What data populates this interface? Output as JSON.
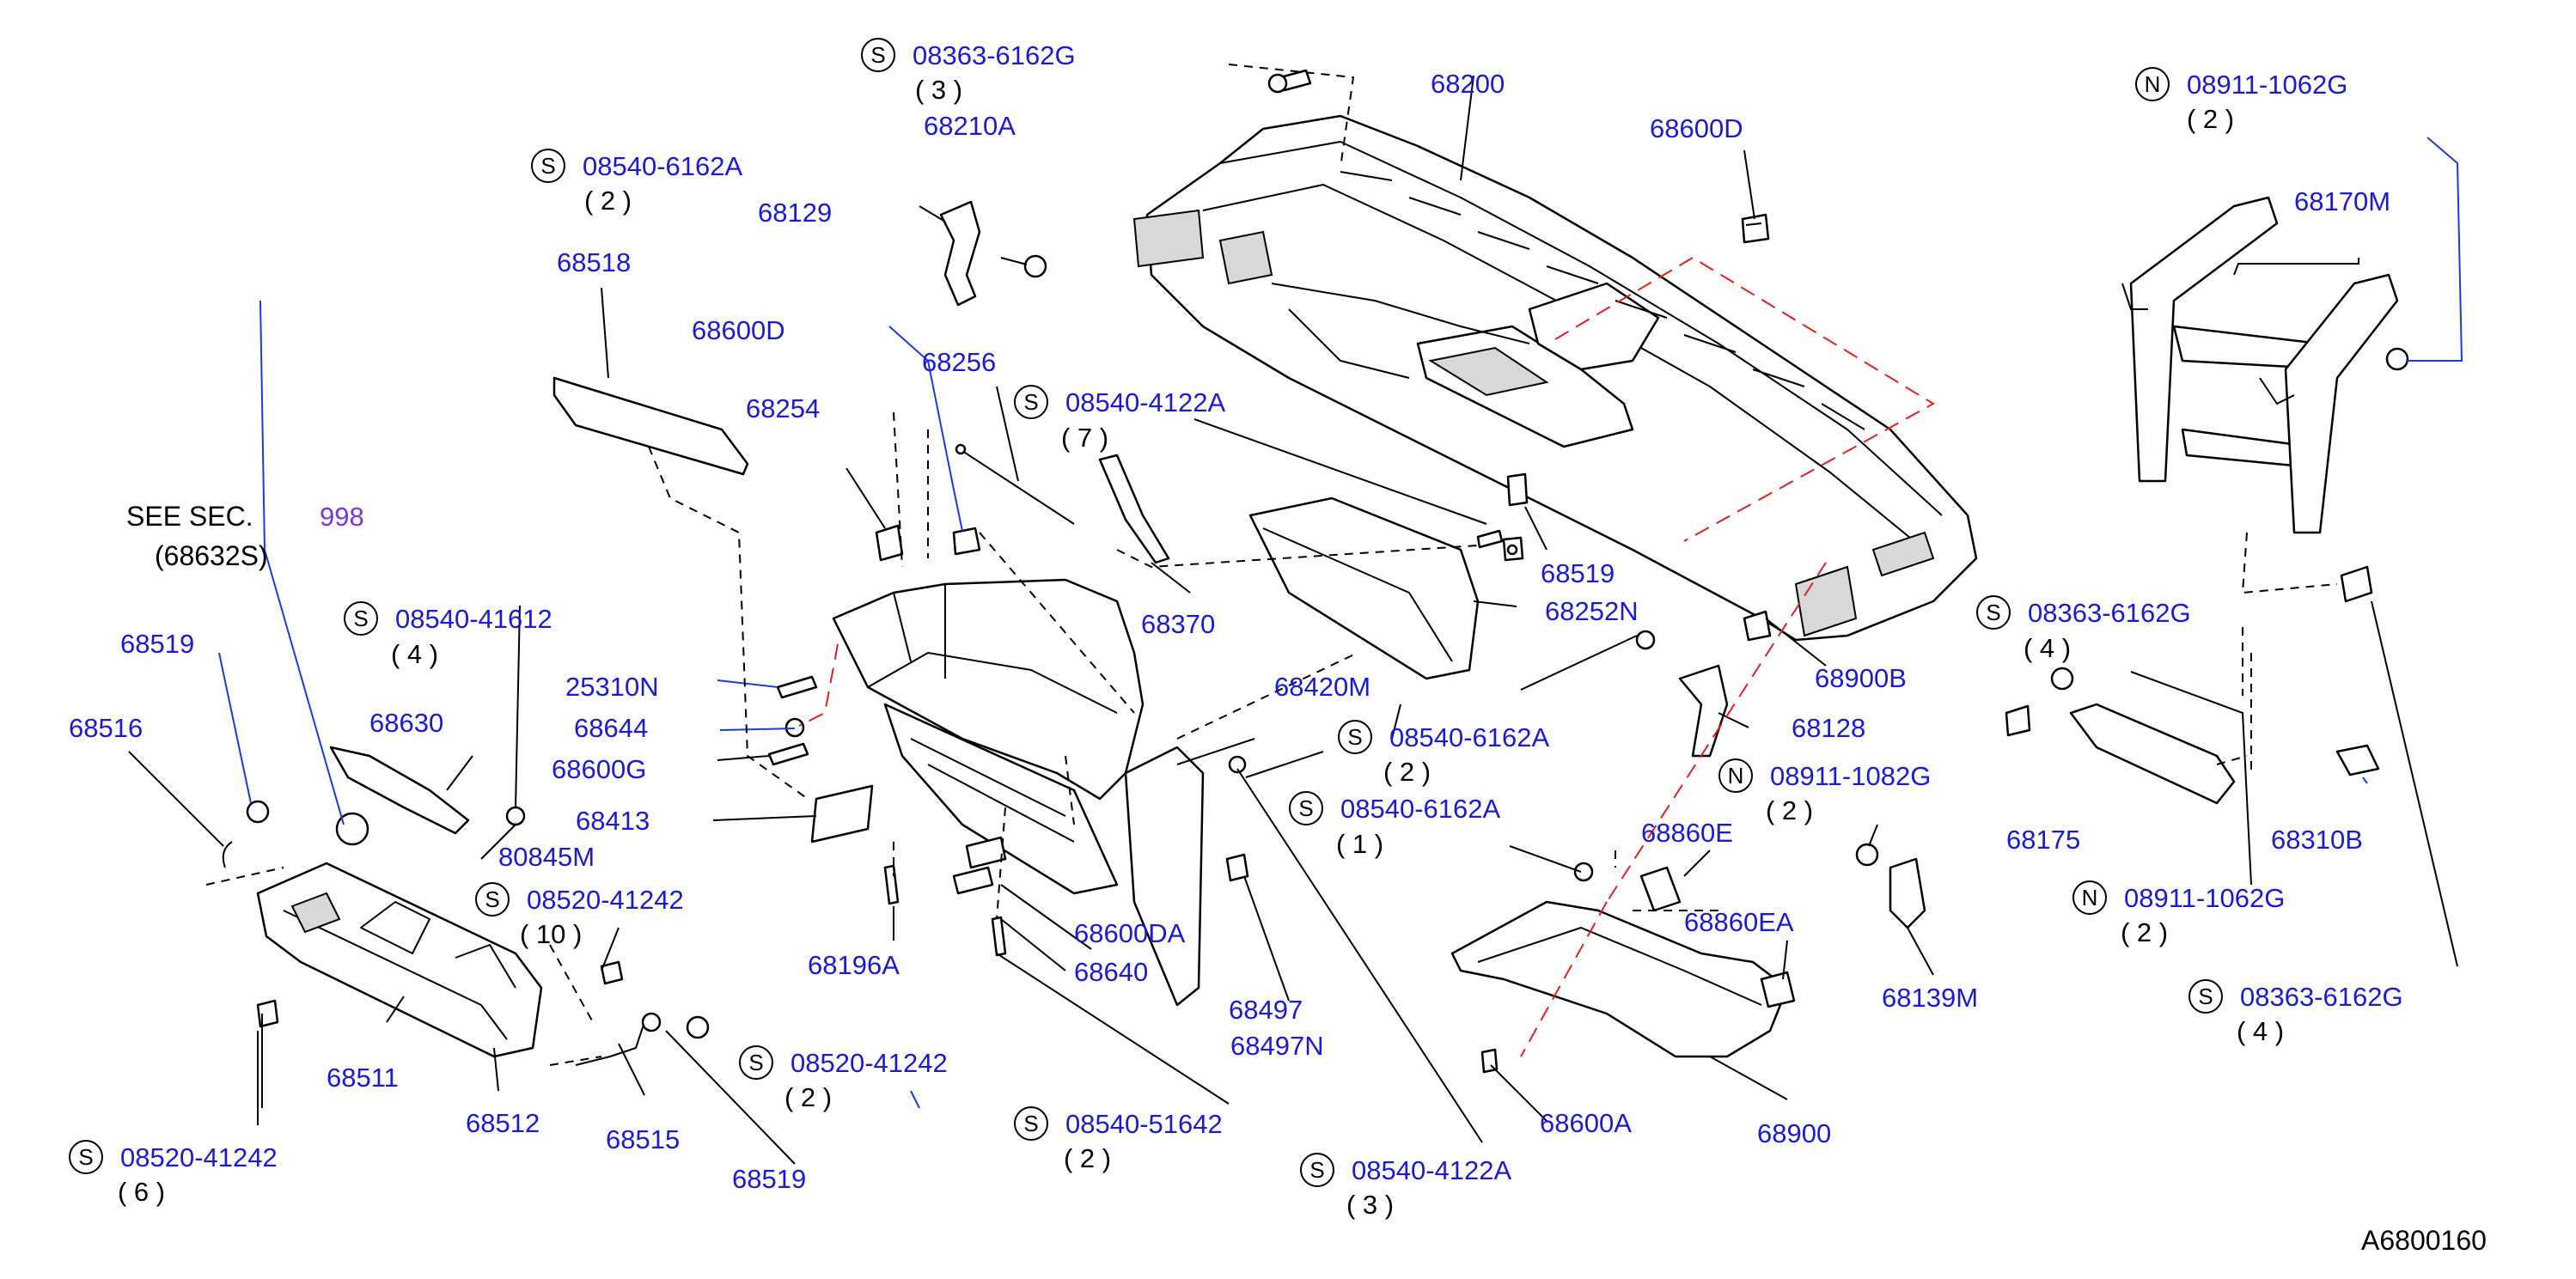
{
  "colors": {
    "part_number": "#1a1ad0",
    "section_link": "#7b35d9",
    "text": "#000000",
    "leader_blue": "#1a3bd6",
    "dashed_red": "#e02020"
  },
  "see_section": {
    "prefix": "SEE  SEC.",
    "number": "998",
    "ref": "(68632S)"
  },
  "diagram_id": "A6800160",
  "symbols": {
    "s": "S",
    "n": "N"
  },
  "labels": {
    "p68200": "68200",
    "p68600D_top": "68600D",
    "p68170M": "68170M",
    "p68210A": "68210A",
    "p68129": "68129",
    "p68518": "68518",
    "p68600D_mid": "68600D",
    "p68256": "68256",
    "p68254": "68254",
    "p68370": "68370",
    "p68519_mid": "68519",
    "p68252N": "68252N",
    "p68519_left": "68519",
    "p68516": "68516",
    "p68630": "68630",
    "p25310N": "25310N",
    "p68644": "68644",
    "p68600G": "68600G",
    "p68413": "68413",
    "p80845M": "80845M",
    "p68420M": "68420M",
    "p68900B": "68900B",
    "p68128": "68128",
    "p68175": "68175",
    "p68310B": "68310B",
    "p68860E": "68860E",
    "p68860EA": "68860EA",
    "p68139M": "68139M",
    "p68196A": "68196A",
    "p68600DA": "68600DA",
    "p68640": "68640",
    "p68497": "68497",
    "p68497N": "68497N",
    "p68511": "68511",
    "p68512": "68512",
    "p68515": "68515",
    "p68519_bot": "68519",
    "p68600A": "68600A",
    "p68900": "68900"
  },
  "callouts": {
    "c1": {
      "part": "08363-6162G",
      "qty": "(  3  )"
    },
    "c2": {
      "part": "08540-6162A",
      "qty": "(  2  )"
    },
    "c3": {
      "part": "08911-1062G",
      "qty": "(  2  )"
    },
    "c4": {
      "part": "08540-4122A",
      "qty": "(  7  )"
    },
    "c5": {
      "part": "08540-41612",
      "qty": "(  4  )"
    },
    "c6": {
      "part": "08363-6162G",
      "qty": "(  4  )"
    },
    "c7": {
      "part": "08540-6162A",
      "qty": "(  2  )"
    },
    "c8": {
      "part": "08911-1082G",
      "qty": "(  2  )"
    },
    "c9": {
      "part": "08540-6162A",
      "qty": "(  1  )"
    },
    "c10": {
      "part": "08520-41242",
      "qty": "(  10  )"
    },
    "c11": {
      "part": "08911-1062G",
      "qty": "(  2  )"
    },
    "c12": {
      "part": "08363-6162G",
      "qty": "(  4  )"
    },
    "c13": {
      "part": "08520-41242",
      "qty": "(  2  )"
    },
    "c14": {
      "part": "08540-51642",
      "qty": "(  2  )"
    },
    "c15": {
      "part": "08520-41242",
      "qty": "(  6  )"
    },
    "c16": {
      "part": "08540-4122A",
      "qty": "(  3  )"
    }
  }
}
